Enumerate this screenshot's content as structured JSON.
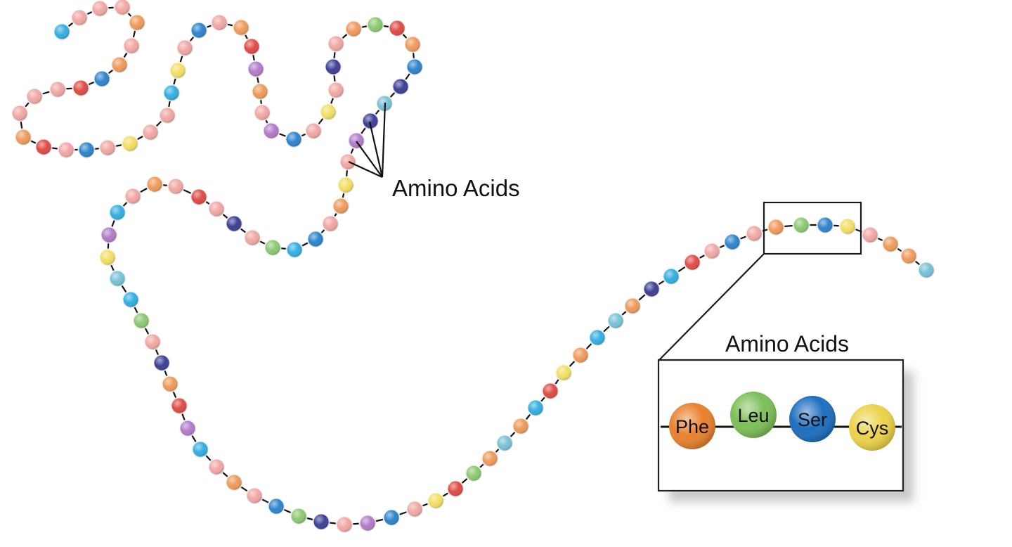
{
  "labels": {
    "chain_label": "Amino Acids",
    "inset_title": "Amino Acids"
  },
  "inset_residues": [
    {
      "name": "Phe",
      "color": "#e8822e"
    },
    {
      "name": "Leu",
      "color": "#7cbf58"
    },
    {
      "name": "Ser",
      "color": "#1f6fbf"
    },
    {
      "name": "Cys",
      "color": "#ecd24a"
    }
  ],
  "bead_palette": {
    "orange": "#ee9a5b",
    "pink": "#f0a7a3",
    "red": "#df4b45",
    "green": "#8cc872",
    "yellow": "#f1df62",
    "purple": "#b27bc8",
    "navy": "#3d3f96",
    "blue": "#2e84cc",
    "cyan": "#33aee0",
    "teal": "#78c1d6"
  },
  "colors": {
    "line": "#111111",
    "inset_border": "#222222",
    "inset_background": "#ffffff",
    "inset_shadow": "#cfcfcf"
  }
}
